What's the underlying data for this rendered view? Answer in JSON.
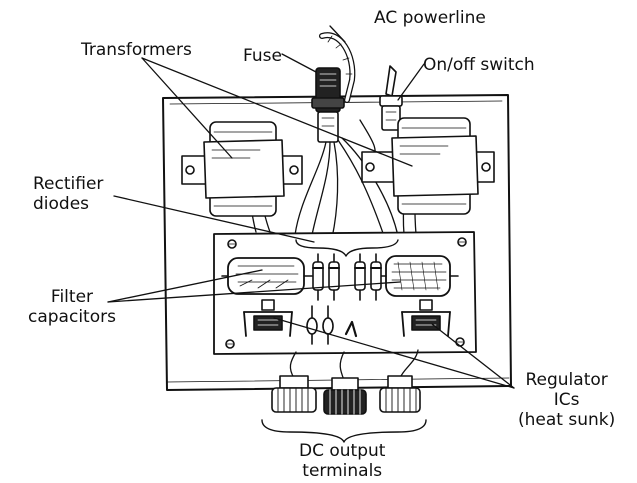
{
  "labels": {
    "ac_powerline": "AC powerline",
    "transformers": "Transformers",
    "fuse": "Fuse",
    "on_off_switch": "On/off switch",
    "rectifier_l1": "Rectifier",
    "rectifier_l2": "diodes",
    "filter_l1": "Filter",
    "filter_l2": "capacitors",
    "regulator_l1": "Regulator",
    "regulator_l2": "ICs",
    "regulator_l3": "(heat sunk)",
    "dc_l1": "DC output",
    "dc_l2": "terminals"
  },
  "colors": {
    "ink": "#111111",
    "paper": "#ffffff"
  }
}
